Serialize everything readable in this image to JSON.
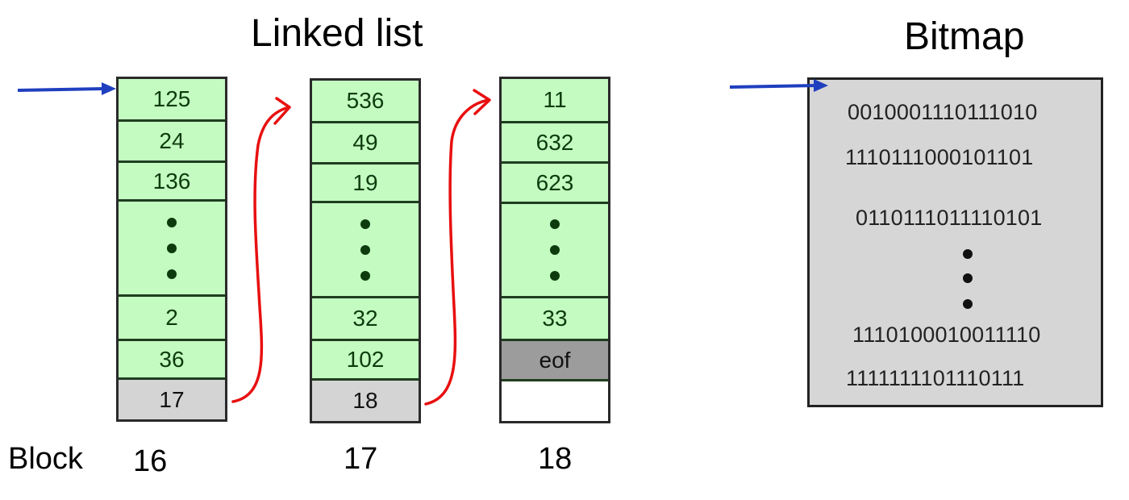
{
  "titles": {
    "linked_list": "Linked list",
    "bitmap": "Bitmap"
  },
  "block_label": "Block",
  "blocks": [
    {
      "number": "16",
      "entries": [
        "125",
        "24",
        "136",
        "2",
        "36"
      ],
      "pointer": "17"
    },
    {
      "number": "17",
      "entries": [
        "536",
        "49",
        "19",
        "32",
        "102"
      ],
      "pointer": "18"
    },
    {
      "number": "18",
      "entries": [
        "11",
        "632",
        "623",
        "33"
      ],
      "terminator": "eof"
    }
  ],
  "bitmap_rows": [
    "0010001110111010",
    "1110111000101101",
    "0110111011110101",
    "1110100010011110",
    "1111111101110111"
  ],
  "colors": {
    "entry_fill": "#c3fbc1",
    "pointer_fill": "#d4d4d4",
    "eof_fill": "#9c9c9c",
    "bitmap_fill": "#d6d6d6",
    "head_arrow": "#1f3fbf",
    "link_arrow": "#e81010"
  }
}
